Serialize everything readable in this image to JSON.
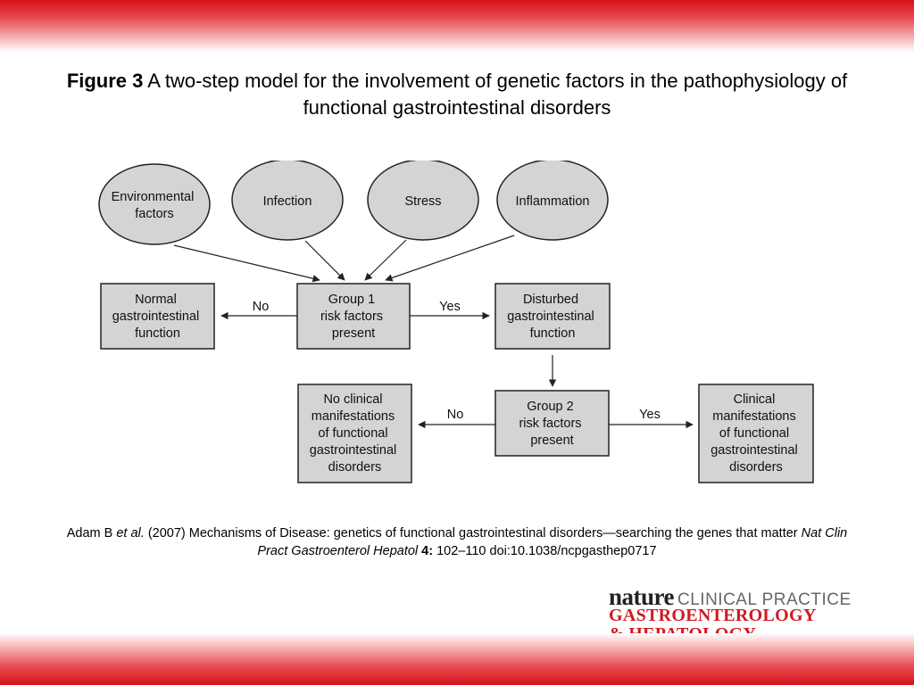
{
  "title": {
    "label": "Figure 3",
    "text": "A two-step model for the involvement of genetic factors in the pathophysiology of functional gastrointestinal disorders"
  },
  "diagram": {
    "factors": [
      {
        "lines": [
          "Environmental",
          "factors"
        ]
      },
      {
        "lines": [
          "Infection"
        ]
      },
      {
        "lines": [
          "Stress"
        ]
      },
      {
        "lines": [
          "Inflammation"
        ]
      }
    ],
    "group1": {
      "lines": [
        "Group 1",
        "risk factors",
        "present"
      ]
    },
    "normal": {
      "lines": [
        "Normal",
        "gastrointestinal",
        "function"
      ]
    },
    "disturbed": {
      "lines": [
        "Disturbed",
        "gastrointestinal",
        "function"
      ]
    },
    "group2": {
      "lines": [
        "Group 2",
        "risk factors",
        "present"
      ]
    },
    "no_clinical": {
      "lines": [
        "No clinical",
        "manifestations",
        "of functional",
        "gastrointestinal",
        "disorders"
      ]
    },
    "clinical": {
      "lines": [
        "Clinical",
        "manifestations",
        "of functional",
        "gastrointestinal",
        "disorders"
      ]
    },
    "labels": {
      "no1": "No",
      "yes1": "Yes",
      "no2": "No",
      "yes2": "Yes"
    },
    "colors": {
      "box_fill": "#d4d4d4",
      "ellipse_fill": "#d4d4d4",
      "stroke": "#222222"
    }
  },
  "caption": {
    "part1": "Adam B ",
    "etal": "et al.",
    "part2": " (2007) Mechanisms of Disease: genetics of functional gastrointestinal disorders—searching the genes that matter ",
    "journal": "Nat Clin Pract Gastroenterol Hepatol",
    "volume": " 4:",
    "part3": " 102–110 doi:10.1038/ncpgasthep0717"
  },
  "logo": {
    "nature": "nature",
    "clinical_practice": "CLINICAL PRACTICE",
    "line2": "GASTROENTEROLOGY",
    "line3": "& HEPATOLOGY"
  },
  "theme": {
    "band_red": "#d8121b",
    "logo_red": "#d11a20"
  }
}
